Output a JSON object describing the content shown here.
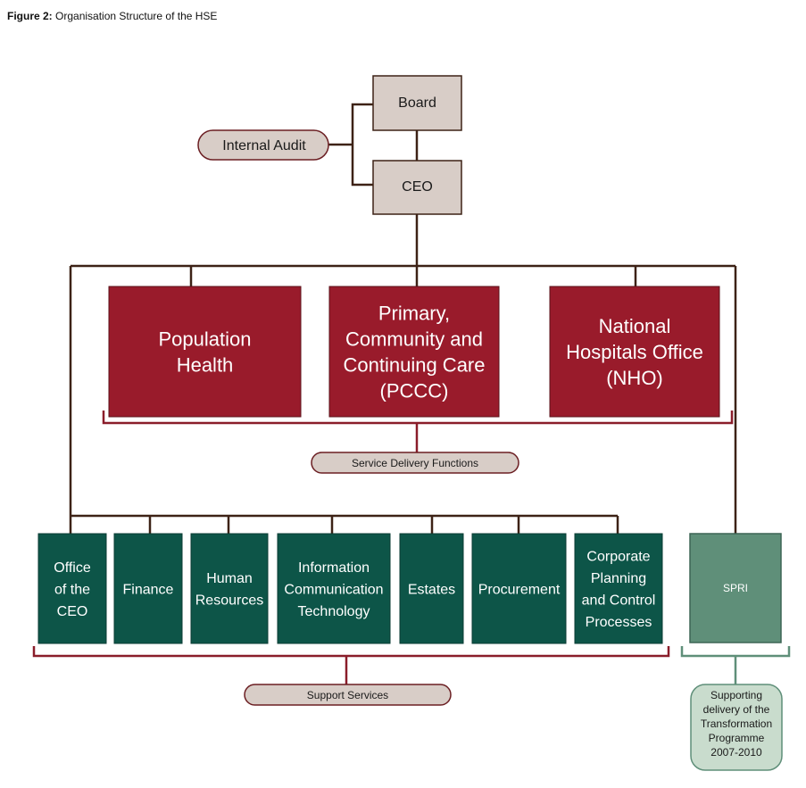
{
  "caption": {
    "label": "Figure 2:",
    "text": "Organisation Structure of the HSE"
  },
  "governance": {
    "board": "Board",
    "ceo": "CEO",
    "internal_audit": "Internal Audit"
  },
  "service_delivery": {
    "units": [
      {
        "lines": [
          "Population",
          "Health"
        ]
      },
      {
        "lines": [
          "Primary,",
          "Community and",
          "Continuing Care",
          "(PCCC)"
        ]
      },
      {
        "lines": [
          "National",
          "Hospitals Office",
          "(NHO)"
        ]
      }
    ],
    "label": "Service Delivery Functions"
  },
  "support_services": {
    "units": [
      {
        "lines": [
          "Office",
          "of the",
          "CEO"
        ]
      },
      {
        "lines": [
          "Finance"
        ]
      },
      {
        "lines": [
          "Human",
          "Resources"
        ]
      },
      {
        "lines": [
          "Information",
          "Communication",
          "Technology"
        ]
      },
      {
        "lines": [
          "Estates"
        ]
      },
      {
        "lines": [
          "Procurement"
        ]
      },
      {
        "lines": [
          "Corporate",
          "Planning",
          "and Control",
          "Processes"
        ]
      }
    ],
    "label": "Support Services"
  },
  "spri": {
    "label": "SPRI",
    "note_lines": [
      "Supporting",
      "delivery of the",
      "Transformation",
      "Programme",
      "2007-2010"
    ]
  },
  "colors": {
    "service_delivery_fill": "#991b2b",
    "support_fill": "#0d5548",
    "spri_fill": "#5f8f79",
    "governance_fill": "#d8cdc7"
  }
}
